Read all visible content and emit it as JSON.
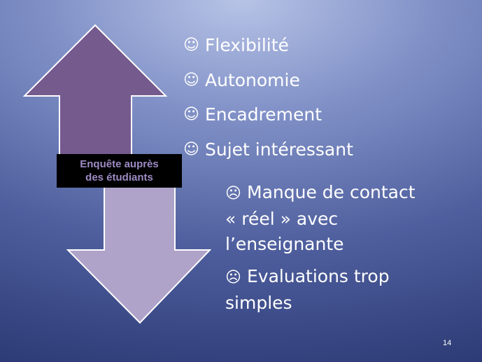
{
  "slide": {
    "survey_label_line1": "Enquête auprès",
    "survey_label_line2": "des étudiants",
    "positive_icon": "☺",
    "negative_icon": "☹",
    "positives": [
      "Flexibilité",
      "Autonomie",
      "Encadrement",
      "Sujet intéressant"
    ],
    "negatives": [
      {
        "line1": "Manque de contact",
        "line2": "« réel » avec",
        "line3": "l’enseignante"
      },
      {
        "line1": "Evaluations trop",
        "line2": "simples"
      }
    ],
    "page_number": "14",
    "colors": {
      "up_arrow": "#755a8e",
      "down_arrow": "#afa3c9",
      "label_text": "#9d8bc4"
    },
    "icons": {
      "positive": "smiley-icon",
      "negative": "frown-icon"
    }
  }
}
